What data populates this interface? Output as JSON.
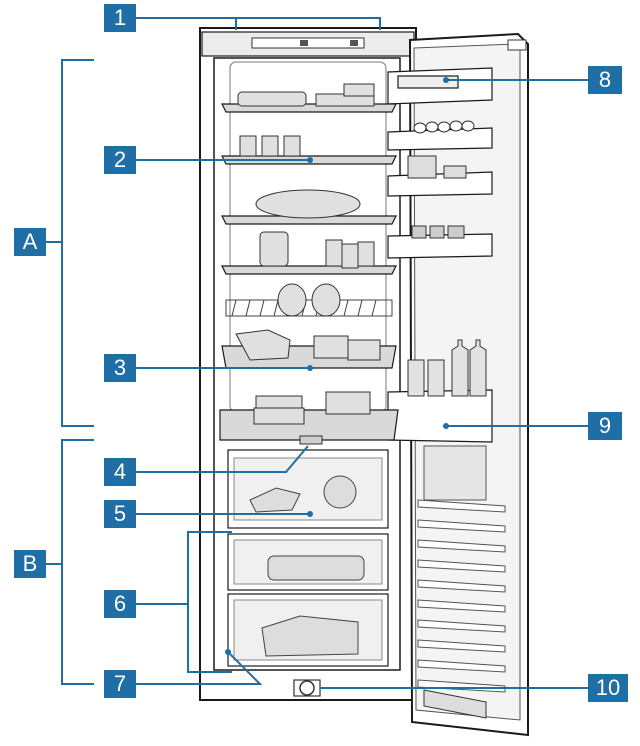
{
  "callouts": {
    "c1": "1",
    "c2": "2",
    "c3": "3",
    "c4": "4",
    "c5": "5",
    "c6": "6",
    "c7": "7",
    "c8": "8",
    "c9": "9",
    "c10": "10",
    "zone_a": "A",
    "zone_b": "B"
  },
  "colors": {
    "callout_fill": "#1f6ea6",
    "leader_line": "#1f6ea6",
    "outline": "#1a1a1a",
    "shelf": "#d9d9d9",
    "body": "#ffffff"
  }
}
